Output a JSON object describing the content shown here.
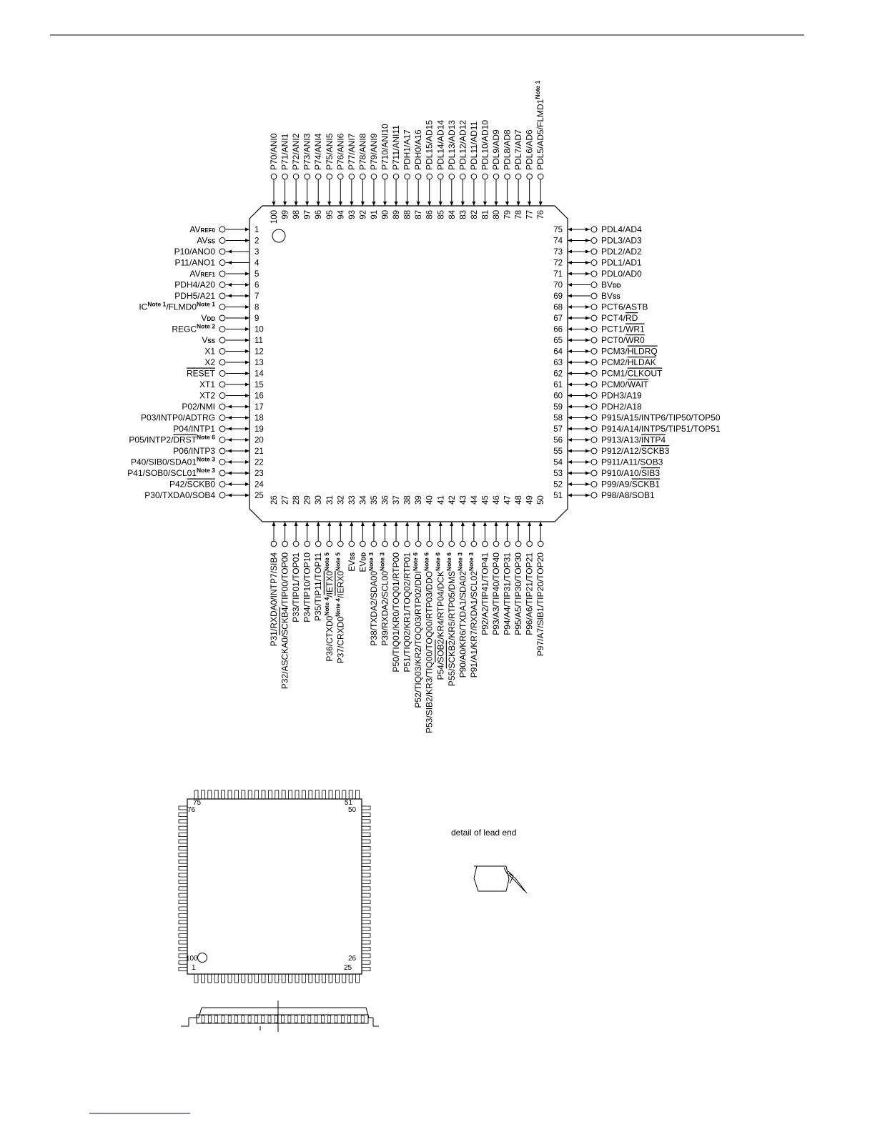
{
  "pins": {
    "left": [
      [
        "1",
        "AV<sub>REF0</sub>",
        "in"
      ],
      [
        "2",
        "AV<sub>SS</sub>",
        "in"
      ],
      [
        "3",
        "P10/ANO0",
        "out"
      ],
      [
        "4",
        "P11/ANO1",
        "out"
      ],
      [
        "5",
        "AV<sub>REF1</sub>",
        "in"
      ],
      [
        "6",
        "PDH4/A20",
        "bi"
      ],
      [
        "7",
        "PDH5/A21",
        "bi"
      ],
      [
        "8",
        "IC<sup>Note 1</sup>/FLMD0<sup>Note 1</sup>",
        "in"
      ],
      [
        "9",
        "V<sub>DD</sub>",
        "in"
      ],
      [
        "10",
        "REGC<sup>Note 2</sup>",
        "in"
      ],
      [
        "11",
        "V<sub>SS</sub>",
        "in"
      ],
      [
        "12",
        "X1",
        "in"
      ],
      [
        "13",
        "X2",
        "in"
      ],
      [
        "14",
        "<o>RESET</o>",
        "in"
      ],
      [
        "15",
        "XT1",
        "in"
      ],
      [
        "16",
        "XT2",
        "in"
      ],
      [
        "17",
        "P02/NMI",
        "bi"
      ],
      [
        "18",
        "P03/INTP0/ADTRG",
        "bi"
      ],
      [
        "19",
        "P04/INTP1",
        "bi"
      ],
      [
        "20",
        "P05/INTP2/<o>DRST</o><sup>Note 6</sup>",
        "bi"
      ],
      [
        "21",
        "P06/INTP3",
        "bi"
      ],
      [
        "22",
        "P40/SIB0/SDA01<sup>Note 3</sup>",
        "bi"
      ],
      [
        "23",
        "P41/SOB0/SCL01<sup>Note 3</sup>",
        "bi"
      ],
      [
        "24",
        "P42/<o>SCKB0</o>",
        "bi"
      ],
      [
        "25",
        "P30/TXDA0/SOB4",
        "bi"
      ]
    ],
    "right": [
      [
        "75",
        "PDL4/AD4",
        "bi"
      ],
      [
        "74",
        "PDL3/AD3",
        "bi"
      ],
      [
        "73",
        "PDL2/AD2",
        "bi"
      ],
      [
        "72",
        "PDL1/AD1",
        "bi"
      ],
      [
        "71",
        "PDL0/AD0",
        "bi"
      ],
      [
        "70",
        "BV<sub>DD</sub>",
        "in"
      ],
      [
        "69",
        "BV<sub>SS</sub>",
        "in"
      ],
      [
        "68",
        "PCT6/ASTB",
        "bi"
      ],
      [
        "67",
        "PCT4/<o>RD</o>",
        "bi"
      ],
      [
        "66",
        "PCT1/<o>WR1</o>",
        "bi"
      ],
      [
        "65",
        "PCT0/<o>WR0</o>",
        "bi"
      ],
      [
        "64",
        "PCM3/<o>HLDRQ</o>",
        "bi"
      ],
      [
        "63",
        "PCM2/<o>HLDAK</o>",
        "bi"
      ],
      [
        "62",
        "PCM1/<o>CLKOUT</o>",
        "bi"
      ],
      [
        "61",
        "PCM0/<o>WAIT</o>",
        "bi"
      ],
      [
        "60",
        "PDH3/A19",
        "bi"
      ],
      [
        "59",
        "PDH2/A18",
        "bi"
      ],
      [
        "58",
        "P915/A15/INTP6/TIP50/TOP50",
        "bi"
      ],
      [
        "57",
        "P914/A14/INTP5/TIP51/TOP51",
        "bi"
      ],
      [
        "56",
        "P913/A13/<o>INTP4</o>",
        "bi"
      ],
      [
        "55",
        "P912/A12/<o>SCKB3</o>",
        "bi"
      ],
      [
        "54",
        "P911/A11/SOB3",
        "bi"
      ],
      [
        "53",
        "P910/A10/<o>SIB3</o>",
        "bi"
      ],
      [
        "52",
        "P99/A9/<o>SCKB1</o>",
        "bi"
      ],
      [
        "51",
        "P98/A8/SOB1",
        "bi"
      ]
    ],
    "top": [
      [
        "100",
        "P70/ANI0"
      ],
      [
        "99",
        "P71/ANI1"
      ],
      [
        "98",
        "P72/ANI2"
      ],
      [
        "97",
        "P73/ANI3"
      ],
      [
        "96",
        "P74/ANI4"
      ],
      [
        "95",
        "P75/ANI5"
      ],
      [
        "94",
        "P76/ANI6"
      ],
      [
        "93",
        "P77/ANI7"
      ],
      [
        "92",
        "P78/ANI8"
      ],
      [
        "91",
        "P79/ANI9"
      ],
      [
        "90",
        "P710/ANI10"
      ],
      [
        "89",
        "P711/ANI11"
      ],
      [
        "88",
        "PDH1/A17"
      ],
      [
        "87",
        "PDH0/A16"
      ],
      [
        "86",
        "PDL15/AD15"
      ],
      [
        "85",
        "PDL14/AD14"
      ],
      [
        "84",
        "PDL13/AD13"
      ],
      [
        "83",
        "PDL12/AD12"
      ],
      [
        "82",
        "PDL11/AD11"
      ],
      [
        "81",
        "PDL10/AD10"
      ],
      [
        "80",
        "PDL9/AD9"
      ],
      [
        "79",
        "PDL8/AD8"
      ],
      [
        "78",
        "PDL7/AD7"
      ],
      [
        "77",
        "PDL6/AD6"
      ],
      [
        "76",
        "PDL5/AD5/FLMD1<sup>Note 1</sup>"
      ]
    ],
    "bottom": [
      [
        "26",
        "P31/RXDA0/INTP7/SIB4"
      ],
      [
        "27",
        "P32/ASCKA0/<o>SCKB4</o>/TIP00/TOP00"
      ],
      [
        "28",
        "P33/TIP01/TOP01"
      ],
      [
        "29",
        "P34/TIP10/TOP10"
      ],
      [
        "30",
        "P35/TIP11/TOP11"
      ],
      [
        "31",
        "P36/CTXD0<sup>Note 4</sup>/<o>IETX0</o><sup>Note 5</sup>"
      ],
      [
        "32",
        "P37/CRXD0<sup>Note 4</sup>/<o>IERX0</o><sup>Note 5</sup>"
      ],
      [
        "33",
        "EV<sub>SS</sub>"
      ],
      [
        "34",
        "EV<sub>DD</sub>"
      ],
      [
        "35",
        "P38/TXDA2/SDA00<sup>Note 3</sup>"
      ],
      [
        "36",
        "P39/RXDA2/SCL00<sup>Note 3</sup>"
      ],
      [
        "37",
        "P50/TIQ01/KR0/TOQ01/RTP00"
      ],
      [
        "38",
        "P51/TIQ02/KR1/TOQ02/RTP01"
      ],
      [
        "39",
        "P52/TIQ03/KR2/TOQ03/RTP02/DDI<sup>Note 6</sup>"
      ],
      [
        "40",
        "P53/SIB2/KR3/TIQ00/TOQ00/RTP03/DDO<sup>Note 6</sup>"
      ],
      [
        "41",
        "P54/<o>SOB2</o>/KR4/RTP04/DCK<sup>Note 6</sup>"
      ],
      [
        "42",
        "P55/<o>SCKB2</o>/KR5/RTP05/DMS<sup>Note 6</sup>"
      ],
      [
        "43",
        "P90/A0/KR6/TXDA1/SDA02<sup>Note 3</sup>"
      ],
      [
        "44",
        "P91/A1/KR7/RXDA1/SCL02<sup>Note 3</sup>"
      ],
      [
        "45",
        "P92/A2/TIP41/TOP41"
      ],
      [
        "46",
        "P93/A3/TIP40/TOP40"
      ],
      [
        "47",
        "P94/A4/TIP31/TOP31"
      ],
      [
        "48",
        "P95/A5/TIP30/TOP30"
      ],
      [
        "49",
        "P96/A6/TIP21/TOP21"
      ],
      [
        "50",
        "P97/A7/SIB1/TIP20/TOP20"
      ]
    ]
  },
  "package_labels": {
    "c76": "76",
    "c75": "75",
    "c51": "51",
    "c50": "50",
    "c100": "100",
    "c1": "1",
    "c26": "26",
    "c25": "25"
  },
  "detail_label": "detail of lead end"
}
